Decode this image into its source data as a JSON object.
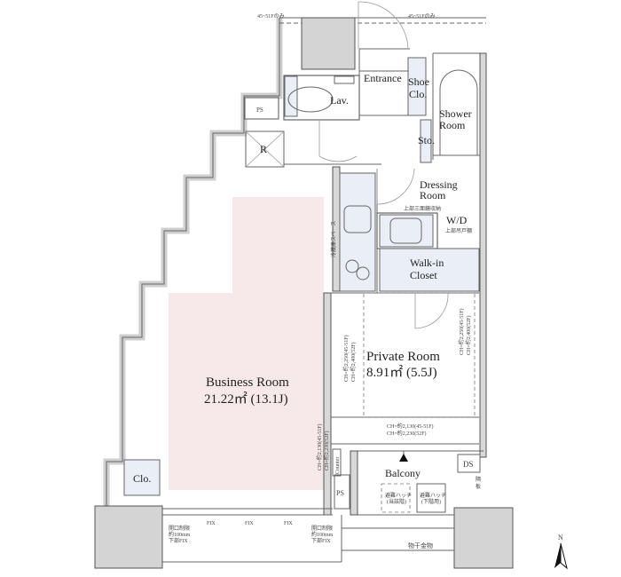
{
  "plan": {
    "top_notes": [
      "45~51Fのみ",
      "45~51Fのみ"
    ],
    "rooms": {
      "business_room": {
        "name": "Business Room",
        "area": "21.22㎡ (13.1J)"
      },
      "private_room": {
        "name": "Private Room",
        "area": "8.91㎡ (5.5J)"
      },
      "entrance": "Entrance",
      "shoe_closet": [
        "Shoe",
        "Clo."
      ],
      "lavatory": "Lav.",
      "shower_room": [
        "Shower",
        "Room"
      ],
      "storage": "Sto.",
      "dressing_room": [
        "Dressing",
        "Room"
      ],
      "washer_dryer": "W/D",
      "walk_in_closet": [
        "Walk-in",
        "Closet"
      ],
      "balcony": "Balcony",
      "closet": "Clo.",
      "ps_top": "PS",
      "ps_bottom": "PS",
      "refuse": "R",
      "ds": "DS",
      "counter": "Counter"
    },
    "notes": {
      "dressing_mirror": "上部三面鏡収納",
      "wd_cabinet": "上部吊戸棚",
      "fridge": "冷蔵庫スペース",
      "ch_private_right": [
        "CH=約2,250(45-51F)",
        "CH=約2,400(52F)"
      ],
      "ch_private_left": [
        "CH=約2,250(45-51F)",
        "CH=約2,400(52F)"
      ],
      "ch_bottom": [
        "CH=約2,130(45-51F)",
        "CH=約2,230(52F)"
      ],
      "ch_business": [
        "CH=約2,130(45-51F)",
        "CH=約2,230(52F)"
      ],
      "fix_labels": [
        "FIX",
        "FIX",
        "FIX"
      ],
      "window_left": [
        "開口制限",
        "約100mm",
        "下部FIX"
      ],
      "window_right": [
        "開口制限",
        "約100mm",
        "下部FIX"
      ],
      "hatch_1": [
        "避難ハッチ",
        "(当該階)"
      ],
      "hatch_2": [
        "避難ハッチ",
        "(下階用)"
      ],
      "drying_hardware": "物干金物",
      "partition": [
        "隔",
        "板"
      ]
    },
    "north": "N"
  }
}
